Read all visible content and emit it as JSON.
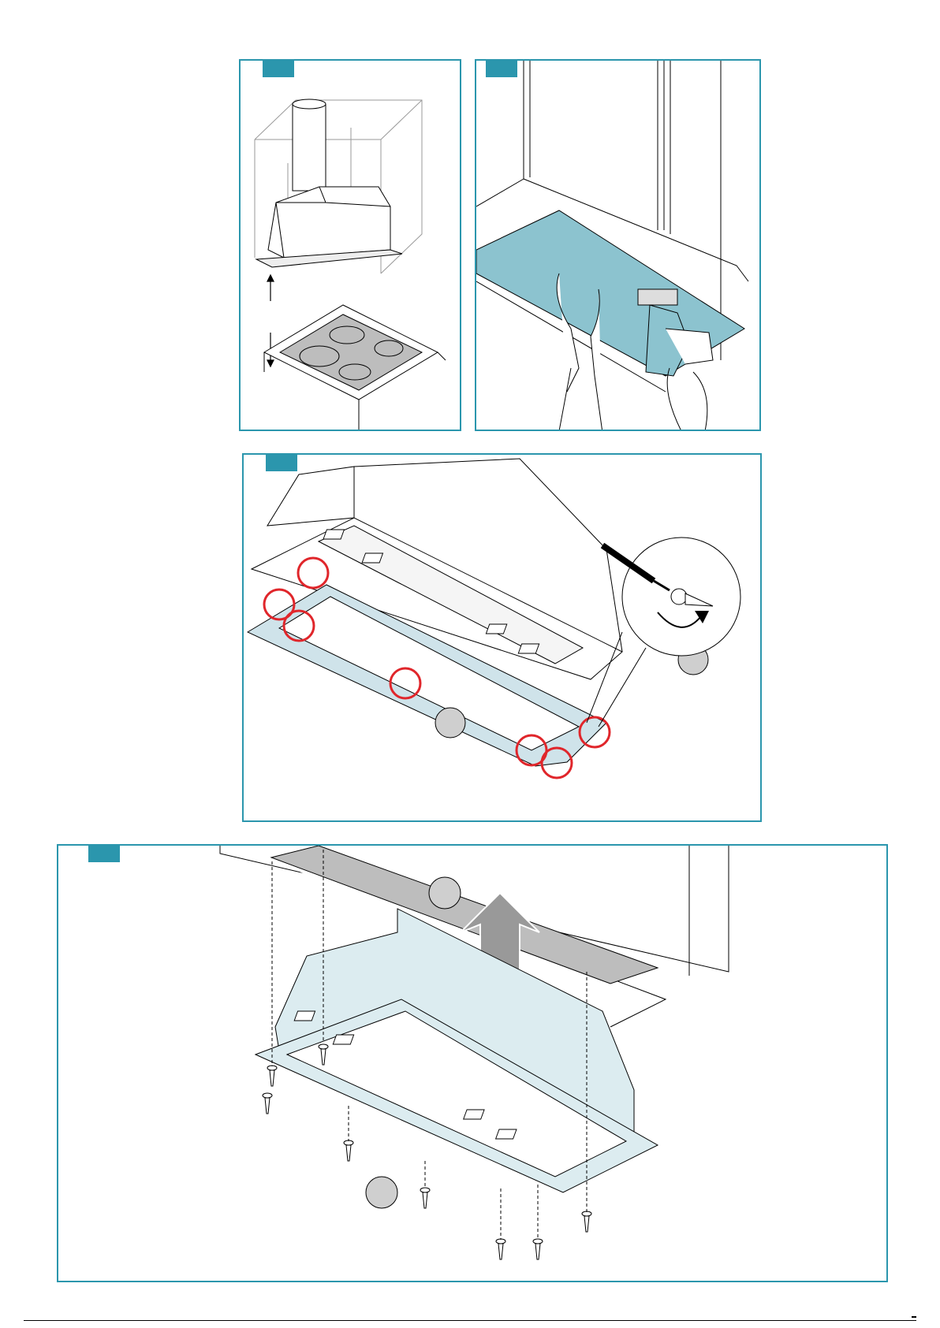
{
  "document": {
    "type": "installation-instructions",
    "panels": [
      {
        "id": "panel-1",
        "tab_label": "",
        "content": "hood-position-over-hob"
      },
      {
        "id": "panel-2",
        "tab_label": "",
        "content": "drill-cabinet-template"
      },
      {
        "id": "panel-3",
        "tab_label": "",
        "content": "remove-frame-screws"
      },
      {
        "id": "panel-4",
        "tab_label": "",
        "content": "fix-hood-into-cabinet"
      }
    ],
    "callouts": {
      "panel3_a": "",
      "panel3_b": "",
      "panel4_a": "",
      "panel4_b": ""
    }
  },
  "colors": {
    "accent": "#2b96ad",
    "template_fill": "#8cc3cf",
    "hood_fill": "#dcecf0",
    "hob_fill": "#bdbdbd",
    "highlight_circle": "#e0262b",
    "callout_fill": "#cfcfcf"
  },
  "icons": [
    "up-arrow-icon",
    "rotate-arrow-icon",
    "screw-icon",
    "screwdriver-icon",
    "drill-icon"
  ]
}
